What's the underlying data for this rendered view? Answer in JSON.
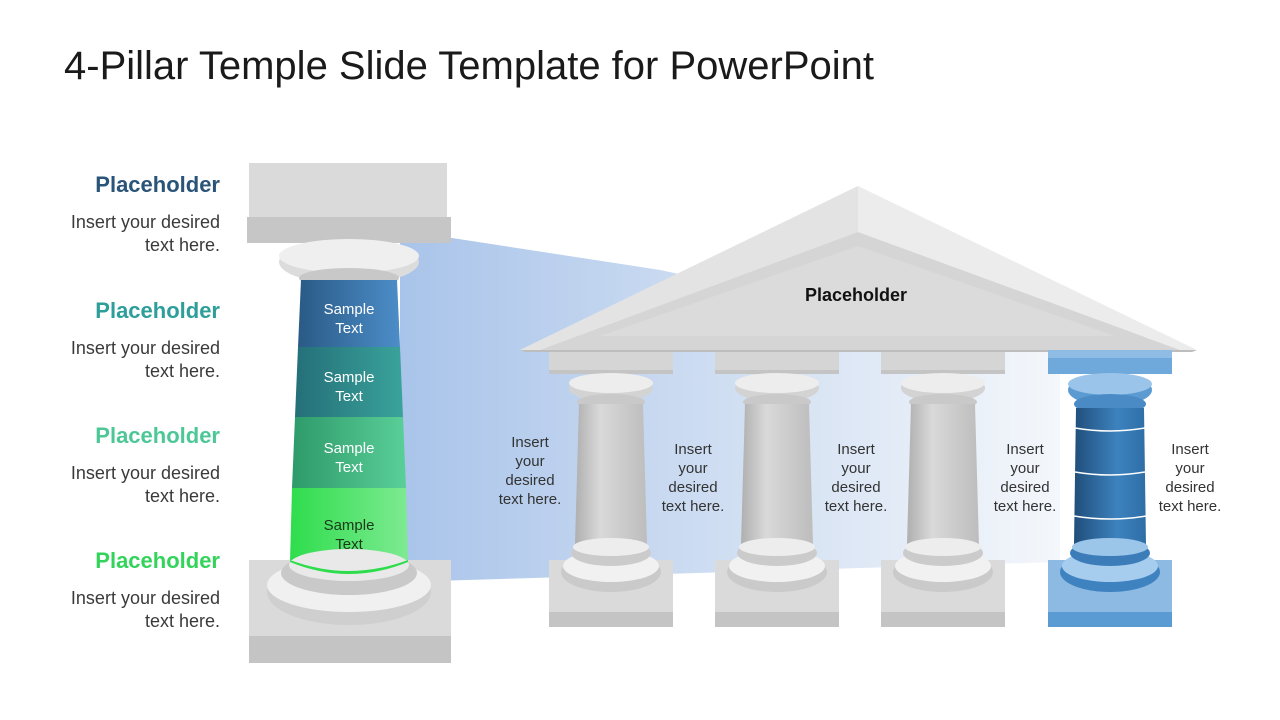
{
  "title": "4-Pillar Temple Slide Template for PowerPoint",
  "colors": {
    "blue_dark": "#2E5C84",
    "teal": "#2E9E9A",
    "mint": "#4FC99A",
    "green": "#33D659",
    "accent_blue": "#3E84C0"
  },
  "left_list": [
    {
      "heading": "Placeholder",
      "color": "#2A5478",
      "desc_line1": "Insert your desired",
      "desc_line2": "text here."
    },
    {
      "heading": "Placeholder",
      "color": "#2D9E9A",
      "desc_line1": "Insert your desired",
      "desc_line2": "text here."
    },
    {
      "heading": "Placeholder",
      "color": "#4EC797",
      "desc_line1": "Insert your desired",
      "desc_line2": "text here."
    },
    {
      "heading": "Placeholder",
      "color": "#34D45C",
      "desc_line1": "Insert your desired",
      "desc_line2": "text here."
    }
  ],
  "big_pillar_segments": [
    {
      "line1": "Sample",
      "line2": "Text"
    },
    {
      "line1": "Sample",
      "line2": "Text"
    },
    {
      "line1": "Sample",
      "line2": "Text"
    },
    {
      "line1": "Sample",
      "line2": "Text"
    }
  ],
  "temple": {
    "roof_label": "Placeholder",
    "columns": [
      {
        "line1": "Insert",
        "line2": "your",
        "line3": "desired",
        "line4": "text here."
      },
      {
        "line1": "Insert",
        "line2": "your",
        "line3": "desired",
        "line4": "text here."
      },
      {
        "line1": "Insert",
        "line2": "your",
        "line3": "desired",
        "line4": "text here."
      },
      {
        "line1": "Insert",
        "line2": "your",
        "line3": "desired",
        "line4": "text here."
      },
      {
        "line1": "Insert",
        "line2": "your",
        "line3": "desired",
        "line4": "text here."
      }
    ]
  }
}
